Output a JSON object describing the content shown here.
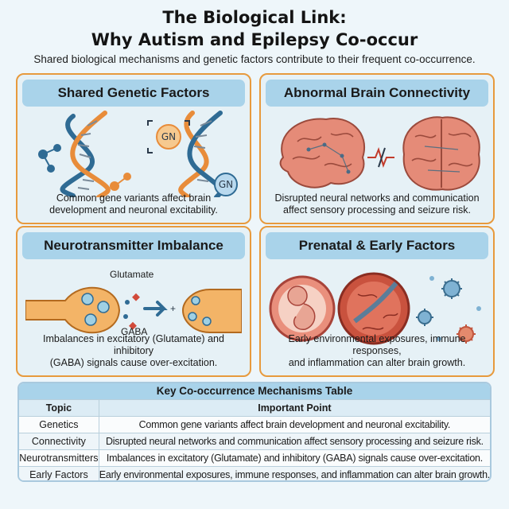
{
  "header": {
    "title_line1": "The Biological Link:",
    "title_line2": "Why Autism and Epilepsy Co-occur",
    "subtitle": "Shared biological mechanisms and genetic factors contribute to their frequent co-occurrence."
  },
  "panels": [
    {
      "title": "Shared Genetic Factors",
      "text_line1": "Common gene variants affect brain",
      "text_line2": "development and neuronal excitability.",
      "gene_label_1": "GN",
      "gene_label_2": "GN"
    },
    {
      "title": "Abnormal Brain Connectivity",
      "text_line1": "Disrupted neural networks and communication",
      "text_line2": "affect sensory processing and seizure risk."
    },
    {
      "title": "Neurotransmitter Imbalance",
      "text_line1": "Imbalances in excitatory (Glutamate) and inhibitory",
      "text_line2": "(GABA) signals cause over-excitation.",
      "label_top": "Glutamate",
      "label_bottom": "GABA"
    },
    {
      "title": "Prenatal & Early Factors",
      "text_line1": "Early environmental exposures, immune responses,",
      "text_line2": "and inflammation can alter brain growth."
    }
  ],
  "table": {
    "title": "Key Co-occurrence Mechanisms Table",
    "headers": [
      "Topic",
      "Important Point"
    ],
    "rows": [
      [
        "Genetics",
        "Common gene variants affect brain development and neuronal excitability."
      ],
      [
        "Connectivity",
        "Disrupted neural networks and communication affect sensory processing and seizure risk."
      ],
      [
        "Neurotransmitters",
        "Imbalances in excitatory (Glutamate) and inhibitory (GABA) signals cause over-excitation."
      ],
      [
        "Early Factors",
        "Early environmental exposures, immune responses, and inflammation can alter brain growth."
      ]
    ]
  },
  "colors": {
    "panel_border": "#e79a3d",
    "panel_header": "#a9d3ea",
    "panel_bg": "#e6f1f6",
    "brain": "#e58b78",
    "dna_orange": "#e88c3a",
    "dna_blue": "#2f6b94"
  },
  "icons": [
    "dna-icon",
    "gene-box-icon",
    "brain-icon",
    "signal-icon",
    "synapse-icon",
    "fetus-icon",
    "placenta-icon",
    "virus-icon"
  ]
}
